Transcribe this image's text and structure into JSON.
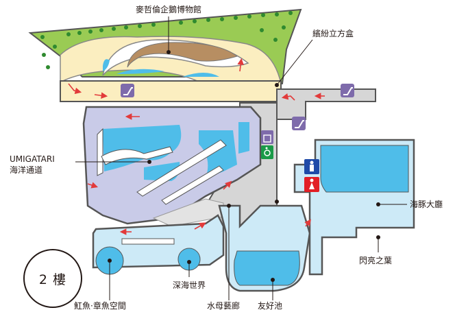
{
  "floor_label": "2 樓",
  "labels": {
    "penguin_museum": "麥哲倫企鵝博物館",
    "cube": "繽紛立方盒",
    "umigatari_line1": "UMIGATARI",
    "umigatari_line2": "海洋通道",
    "dolphin_hall": "海豚大廳",
    "shining_leaf": "閃亮之葉",
    "deep_sea": "深海世界",
    "ray_octopus": "魟魚·章魚空間",
    "jellyfish": "水母藝廊",
    "friendship_pool": "友好池"
  },
  "icons": [
    "escalator-icon",
    "elevator-icon",
    "wheelchair-toilet-icon",
    "mens-toilet-icon",
    "womens-toilet-icon"
  ],
  "colors": {
    "water": "#4fbde9",
    "light_water": "#cdeaf7",
    "lavender": "#c9cbe8",
    "cream": "#fbeec0",
    "grass": "#9acb54",
    "mud": "#b78e62",
    "floor_gray": "#d6d6d6",
    "arrow_red": "#e23a3a",
    "icon_purple": "#7e6bab",
    "male_blue": "#1f4aa8",
    "female_red": "#e21f26",
    "accessible_green": "#1a9a48"
  }
}
